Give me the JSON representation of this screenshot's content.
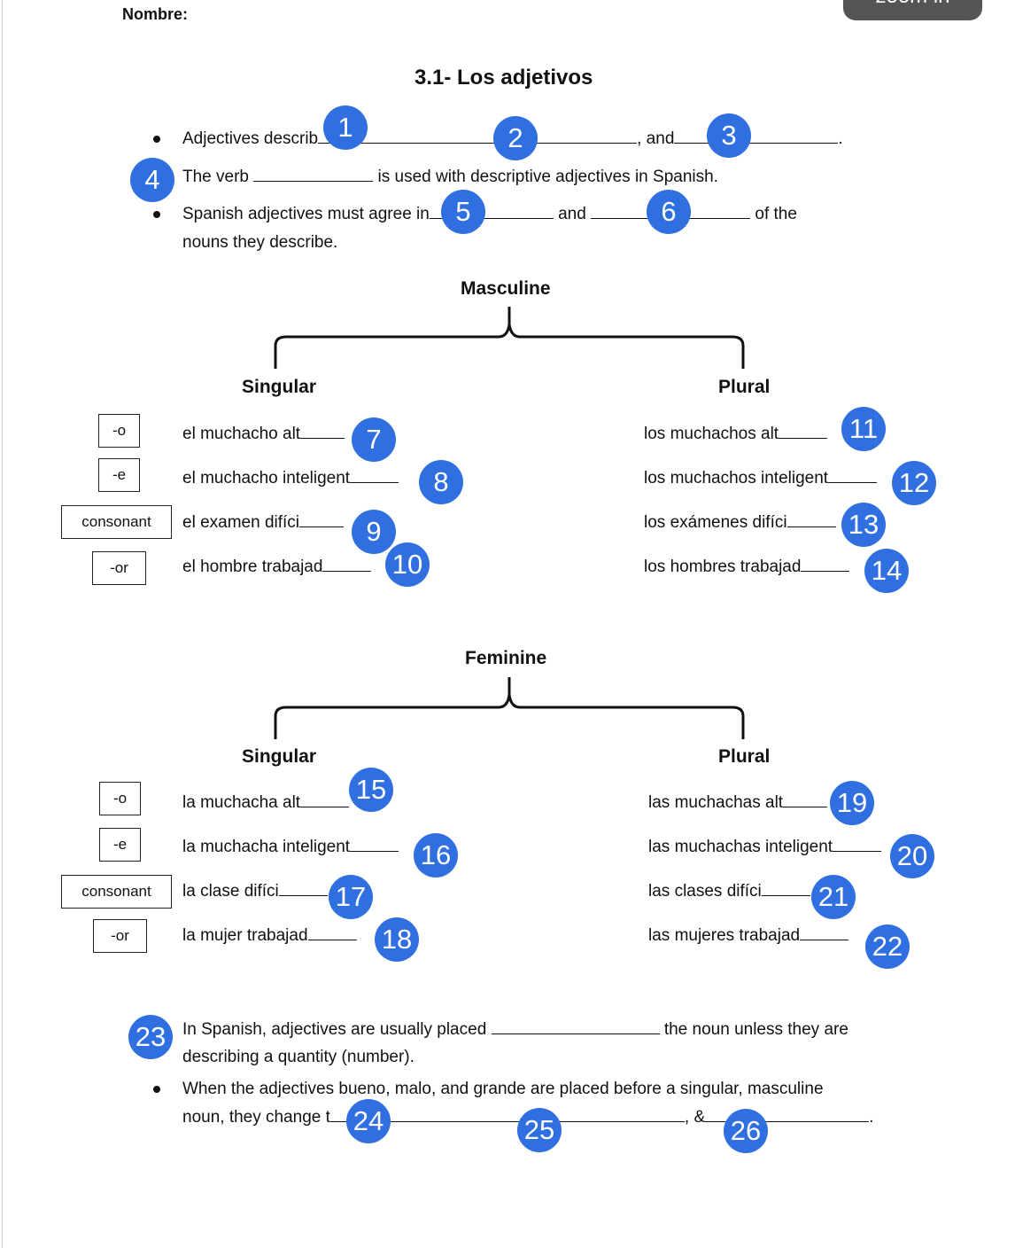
{
  "header": {
    "name_label": "Nombre:",
    "zoom_label": "zoom in"
  },
  "title": "3.1- Los adjetivos",
  "intro": {
    "line1_prefix": "Adjectives describ",
    "line1_and": ", and",
    "line1_end": ".",
    "line2_prefix": "The verb ",
    "line2_suffix": " is used with descriptive adjectives in Spanish.",
    "line3_prefix": "Spanish adjectives must agree in",
    "line3_and": " and ",
    "line3_suffix": " of the",
    "line3_cont": "nouns they describe."
  },
  "masculine": {
    "heading": "Masculine",
    "singular_label": "Singular",
    "plural_label": "Plural",
    "endings": [
      "-o",
      "-e",
      "consonant",
      "-or"
    ],
    "singular": [
      "el muchacho alt",
      "el muchacho inteligent",
      "el examen difíci",
      "el hombre trabajad"
    ],
    "plural": [
      "los muchachos alt",
      "los muchachos inteligent",
      "los exámenes difíci",
      "los hombres trabajad"
    ]
  },
  "feminine": {
    "heading": "Feminine",
    "singular_label": "Singular",
    "plural_label": "Plural",
    "endings": [
      "-o",
      "-e",
      "consonant",
      "-or"
    ],
    "singular": [
      "la muchacha alt",
      "la muchacha inteligent",
      "la clase difíci",
      "la mujer trabajad"
    ],
    "plural": [
      "las muchachas alt",
      "las muchachas inteligent",
      "las clases difíci",
      "las mujeres trabajad"
    ]
  },
  "outro": {
    "line1_prefix": "In Spanish, adjectives are usually placed ",
    "line1_suffix": " the noun unless they are",
    "line1_cont": "describing a quantity (number).",
    "line2": "When the adjectives bueno, malo, and grande are placed before a singular, masculine",
    "line2_cont_prefix": "noun, they change t",
    "line2_amp": ", &",
    "line2_end": "."
  },
  "badges": [
    "1",
    "2",
    "3",
    "4",
    "5",
    "6",
    "7",
    "8",
    "9",
    "10",
    "11",
    "12",
    "13",
    "14",
    "15",
    "16",
    "17",
    "18",
    "19",
    "20",
    "21",
    "22",
    "23",
    "24",
    "25",
    "26"
  ],
  "colors": {
    "badge": "#2f6fe0",
    "zoom_button": "#555555"
  }
}
